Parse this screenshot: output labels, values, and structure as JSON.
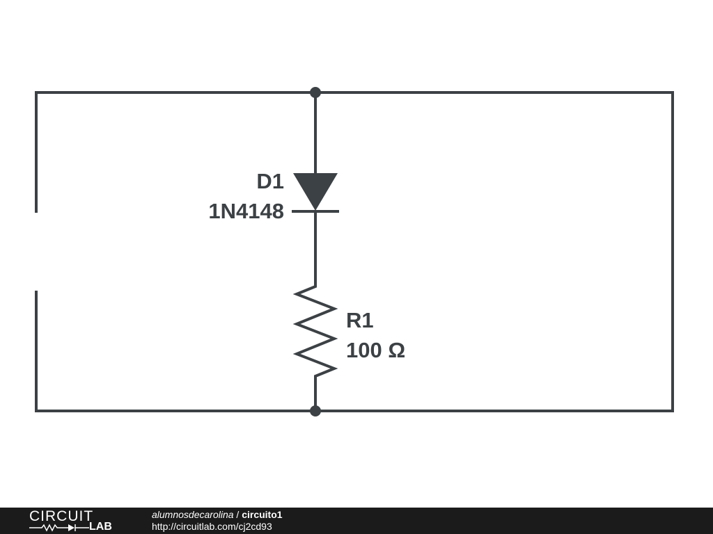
{
  "components": {
    "diode": {
      "ref": "D1",
      "part": "1N4148"
    },
    "resistor": {
      "ref": "R1",
      "value": "100 Ω"
    }
  },
  "footer": {
    "logo_top": "CIRCUIT",
    "logo_bottom": "LAB",
    "user": "alumnosdecarolina",
    "separator": " / ",
    "project": "circuito1",
    "url": "http://circuitlab.com/cj2cd93"
  },
  "colors": {
    "ink": "#3c4145",
    "footer_bg": "#1b1b1b"
  }
}
